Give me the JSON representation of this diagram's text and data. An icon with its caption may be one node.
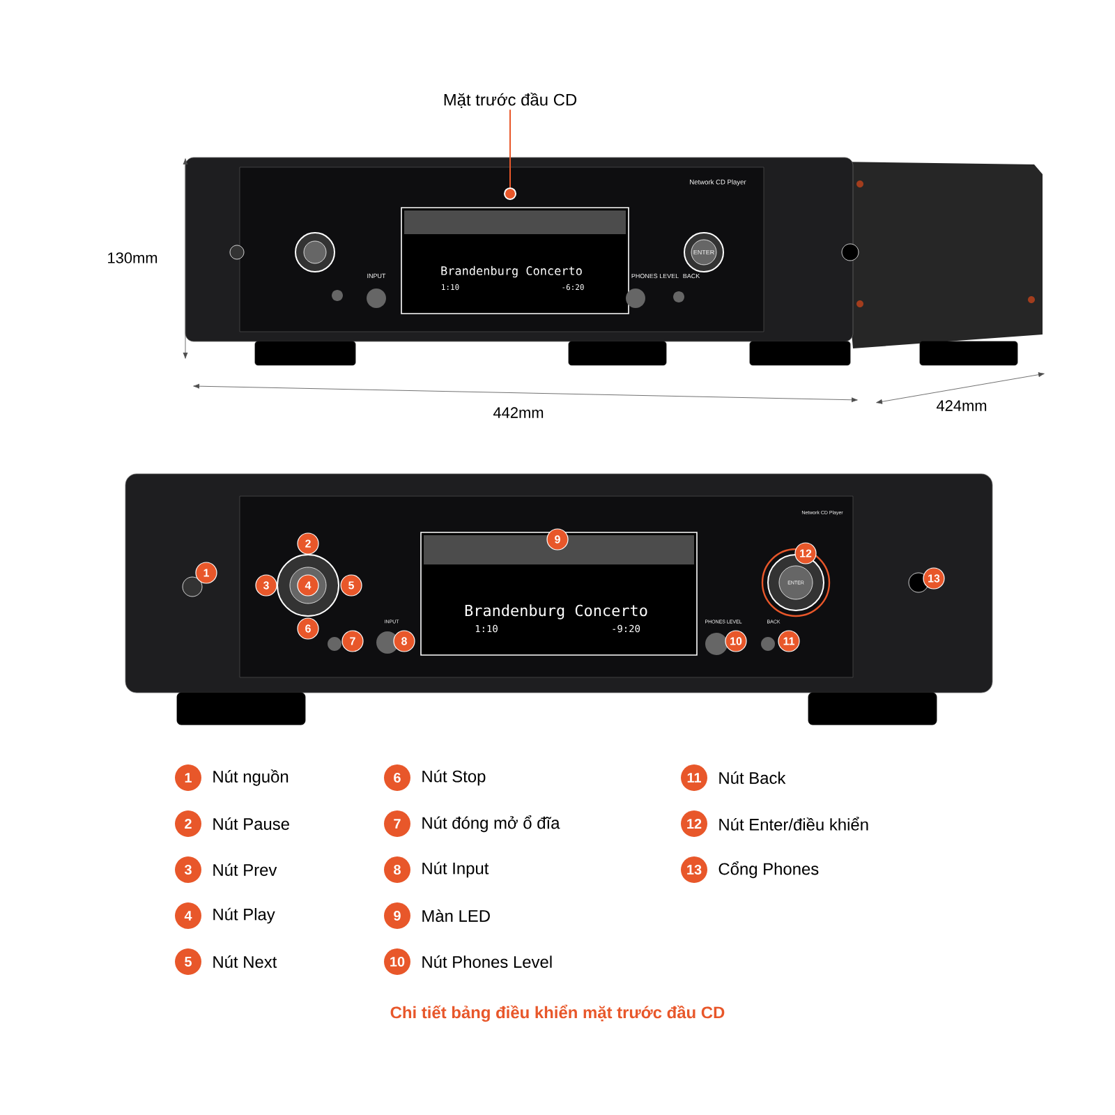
{
  "diagram": {
    "caption": "Chi tiết bảng điều khiển mặt trước đầu CD",
    "nodes": [
      {
        "text": [
          "Mặt trước đầu CD"
        ]
      },
      {
        "text": [],
        "shape": "circle"
      },
      {
        "text": [
          "1"
        ],
        "beside": [
          "Nút nguồn"
        ]
      },
      {
        "text": [
          "2"
        ],
        "beside": [
          "Nút Pause"
        ]
      },
      {
        "text": [
          "3"
        ],
        "beside": [
          "Nút Prev"
        ]
      },
      {
        "text": [
          "4"
        ],
        "beside": [
          "Nút Play"
        ]
      },
      {
        "text": [
          "5"
        ],
        "beside": [
          "Nút Next"
        ]
      },
      {
        "text": [
          "6"
        ],
        "beside": [
          "Nút Stop"
        ]
      },
      {
        "text": [
          "7"
        ],
        "beside": [
          "Nút đóng mở ổ đĩa"
        ]
      },
      {
        "text": [
          "8"
        ],
        "beside": [
          "Nút Input"
        ]
      },
      {
        "text": [
          "9"
        ],
        "beside": [
          "Màn LED"
        ]
      },
      {
        "text": [
          "10"
        ],
        "beside": [
          "Nút Phones Level"
        ]
      },
      {
        "text": [
          "11"
        ],
        "beside": [
          "Nút Back"
        ]
      },
      {
        "text": [
          "12"
        ],
        "beside": [
          "Nút Enter/điều khiển"
        ]
      },
      {
        "text": [
          "13"
        ],
        "beside": [
          "Cổng Phones"
        ]
      }
    ],
    "edges": [
      {
        "from": 0,
        "to": 1,
        "arrow": "none"
      }
    ],
    "labels": [
      "130mm",
      "442mm",
      "424mm",
      "Network CD Player",
      "INPUT",
      "PHONES LEVEL",
      "BACK",
      "ENTER",
      "Brandenburg Concerto",
      "1:10",
      "-6:20",
      "Network CD Player",
      "INPUT",
      "PHONES LEVEL",
      "BACK",
      "ENTER",
      "Brandenburg Concerto",
      "1:10",
      "-9:20",
      "1",
      "2",
      "3",
      "4",
      "5",
      "6",
      "7",
      "8",
      "9",
      "10",
      "11",
      "12",
      "13"
    ]
  }
}
